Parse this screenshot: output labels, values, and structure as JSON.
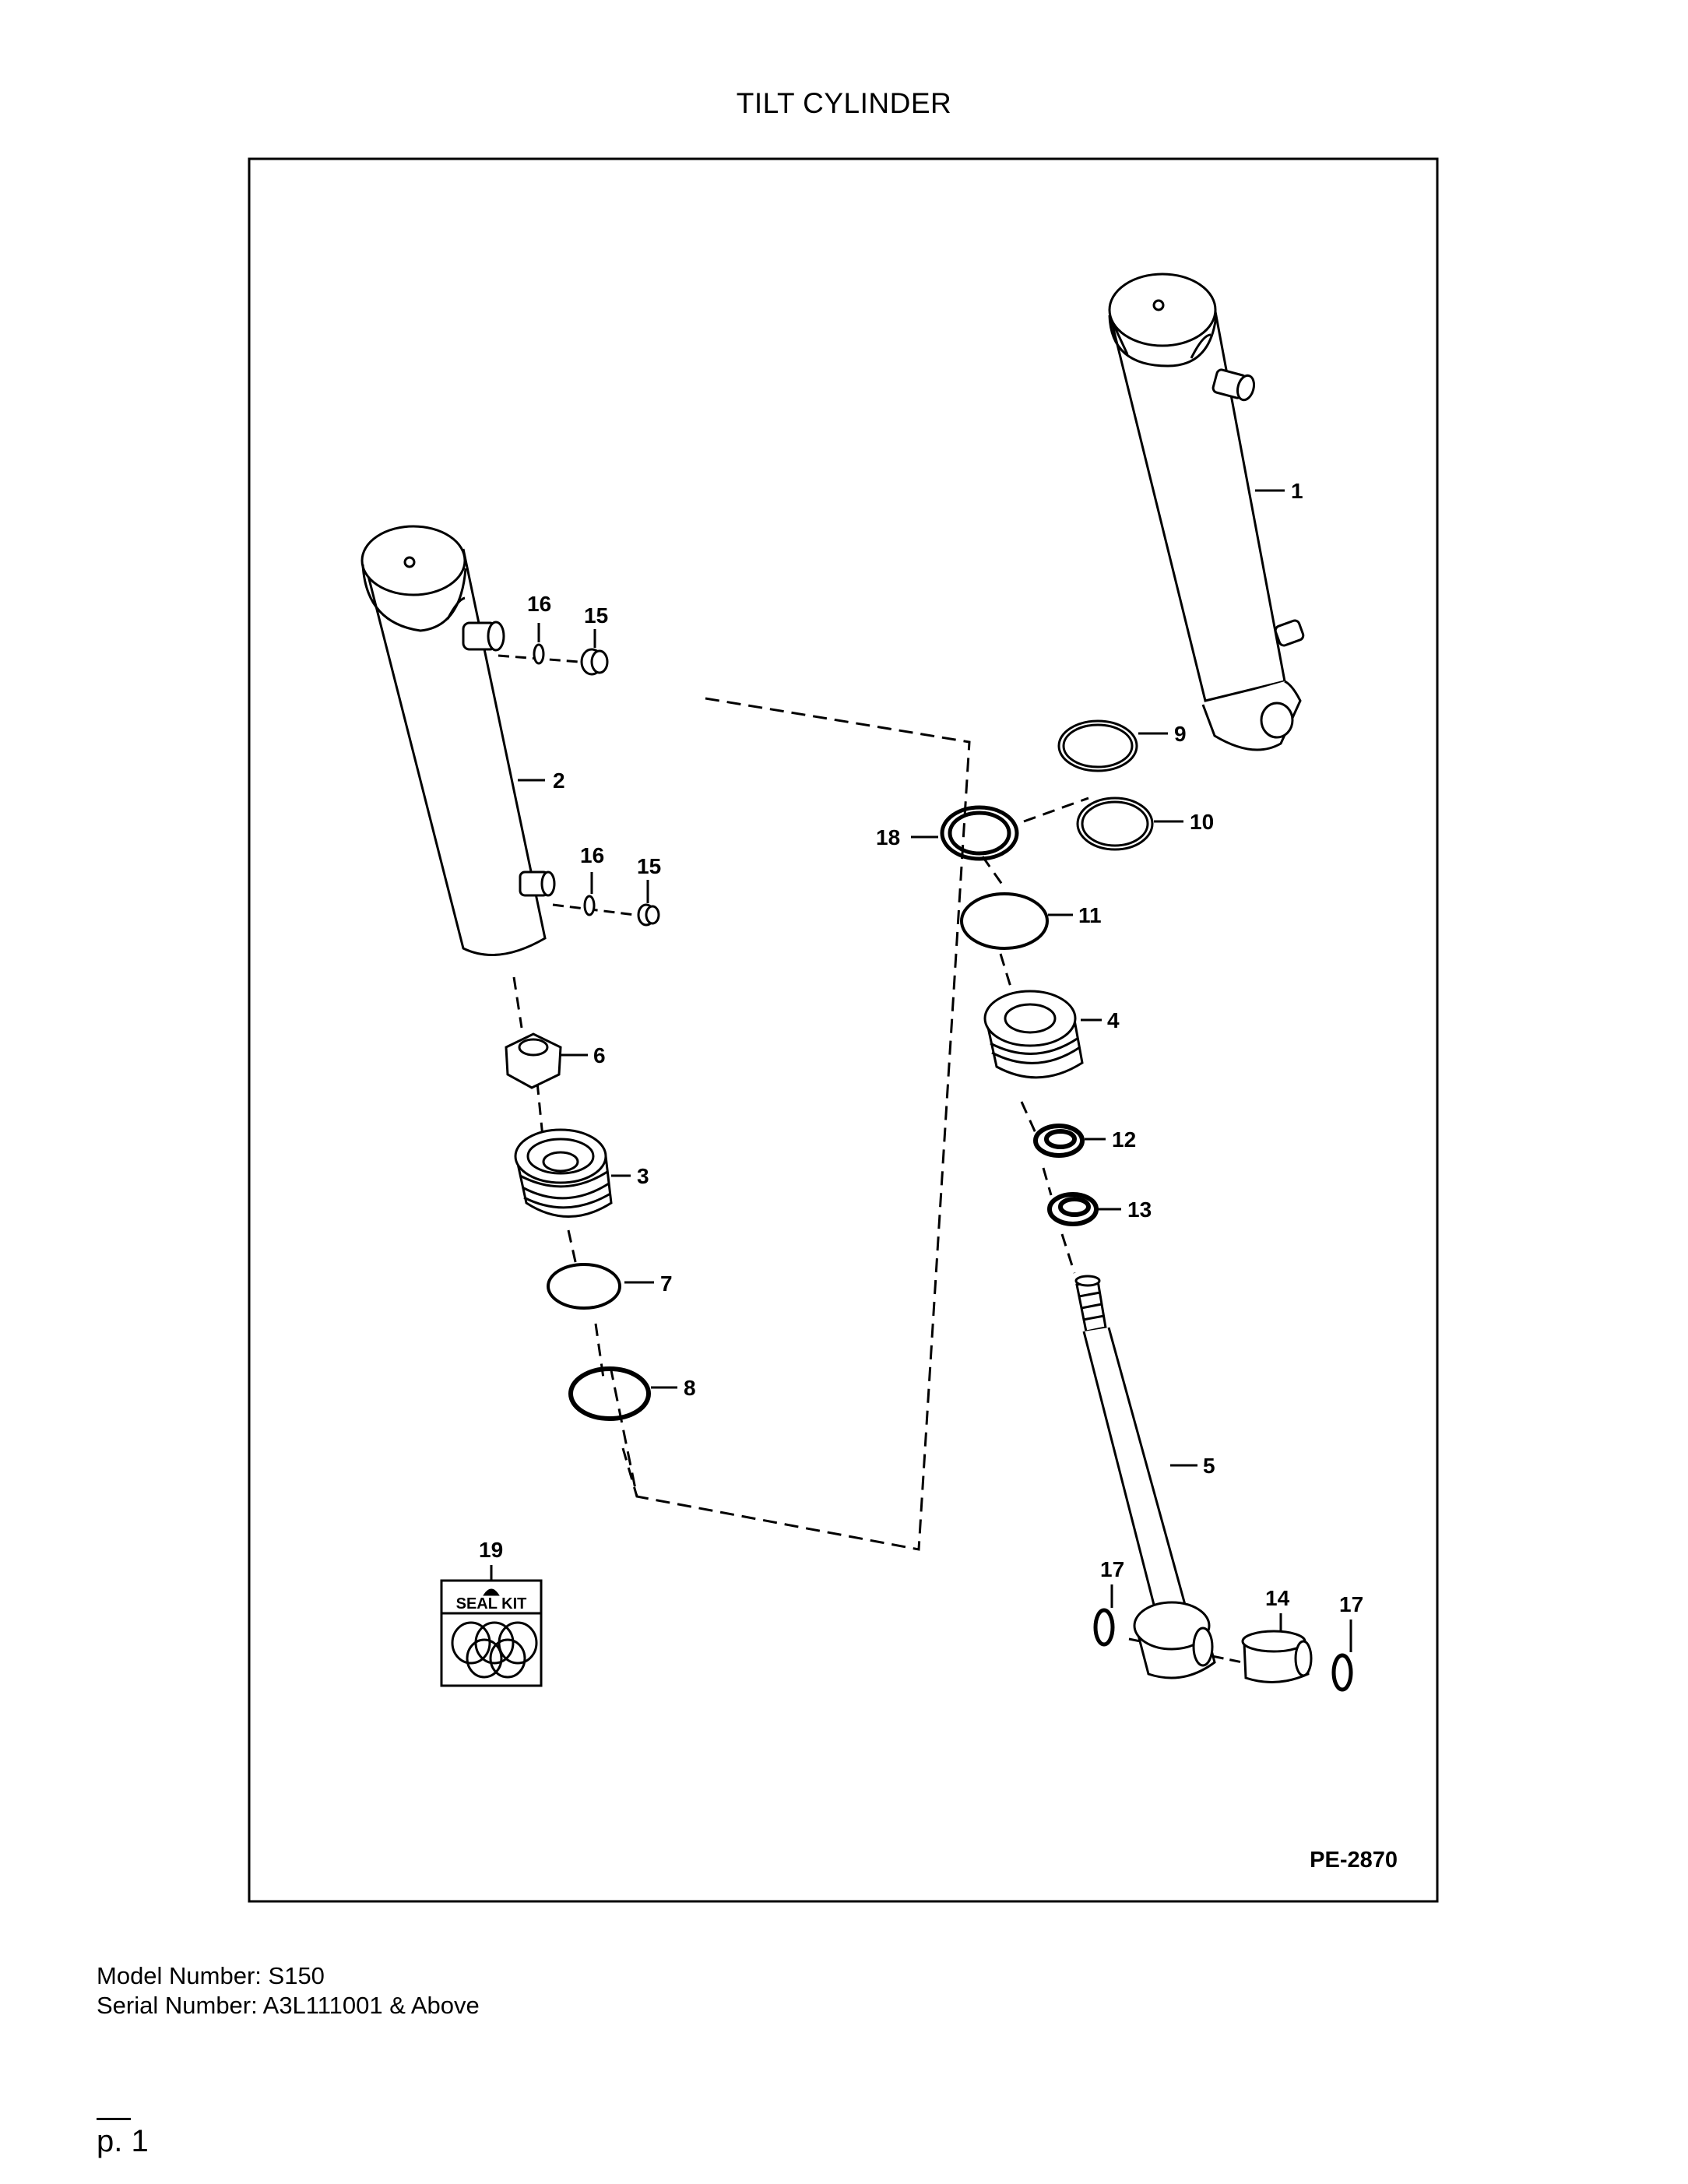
{
  "title": "TILT CYLINDER",
  "drawing_id": "PE-2870",
  "seal_kit_label": "SEAL KIT",
  "callouts": {
    "c1": "1",
    "c2": "2",
    "c3": "3",
    "c4": "4",
    "c5": "5",
    "c6": "6",
    "c7": "7",
    "c8": "8",
    "c9": "9",
    "c10": "10",
    "c11": "11",
    "c12": "12",
    "c13": "13",
    "c14": "14",
    "c15a": "15",
    "c15b": "15",
    "c16a": "16",
    "c16b": "16",
    "c17a": "17",
    "c17b": "17",
    "c18": "18",
    "c19": "19"
  },
  "footer": {
    "model": "Model Number: S150",
    "serial": "Serial Number: A3L111001 & Above"
  },
  "page": "p. 1"
}
